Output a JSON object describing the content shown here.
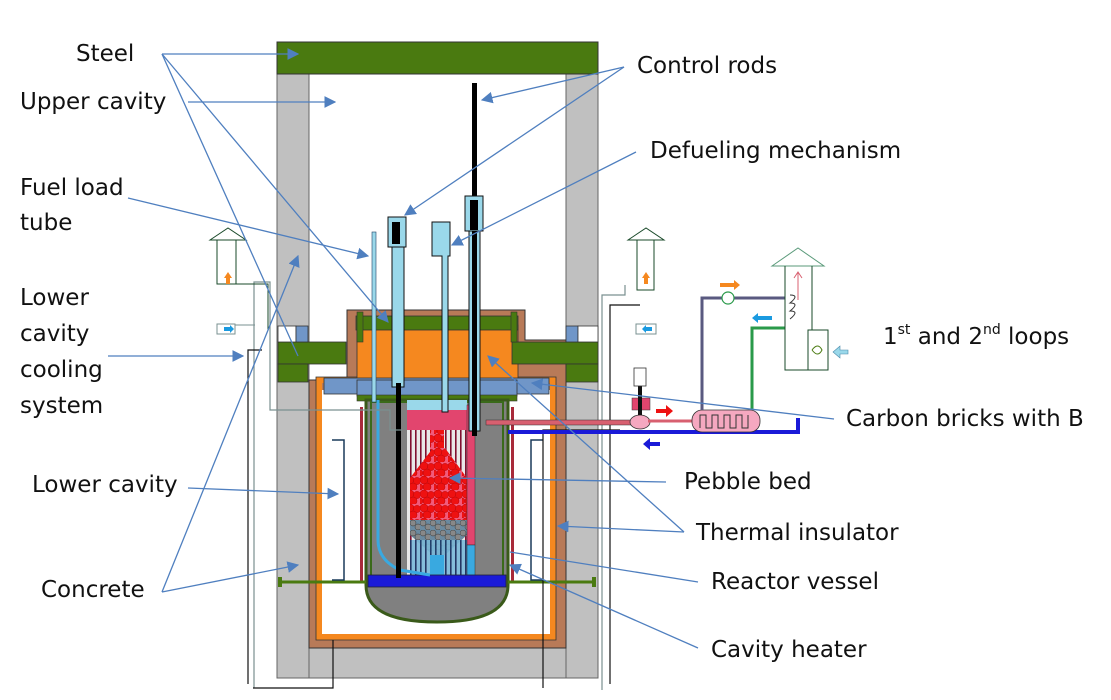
{
  "title": "Pebble bed reactor cavity schematic",
  "labels": {
    "steel": "Steel",
    "upper_cavity": "Upper cavity",
    "fuel_load_tube_1": "Fuel load",
    "fuel_load_tube_2": "tube",
    "lower_cavity_cooling_1": "Lower",
    "lower_cavity_cooling_2": "cavity",
    "lower_cavity_cooling_3": "cooling",
    "lower_cavity_cooling_4": "system",
    "lower_cavity": "Lower cavity",
    "concrete": "Concrete",
    "control_rods": "Control rods",
    "defueling_mechanism": "Defueling mechanism",
    "loops_1": "1",
    "loops_1_sup": "st",
    "loops_and": " and 2",
    "loops_2_sup": "nd",
    "loops_end": " loops",
    "carbon_bricks": "Carbon bricks with B",
    "pebble_bed": "Pebble bed",
    "thermal_insulator": "Thermal insulator",
    "reactor_vessel": "Reactor vessel",
    "cavity_heater": "Cavity heater"
  },
  "colors": {
    "steel": "#4a7a10",
    "concrete": "#c0c0c0",
    "thermal_insulator": "#b87a58",
    "orange_layer": "#f5881f",
    "carbon_bricks": "#7096c8",
    "pebble": "#ee1111",
    "reflector": "#808080",
    "coolant_top": "#e2456e",
    "light_blue": "#9ad8ea",
    "blue_pipe": "#1a1ad8",
    "leader": "#4f7fbf"
  }
}
